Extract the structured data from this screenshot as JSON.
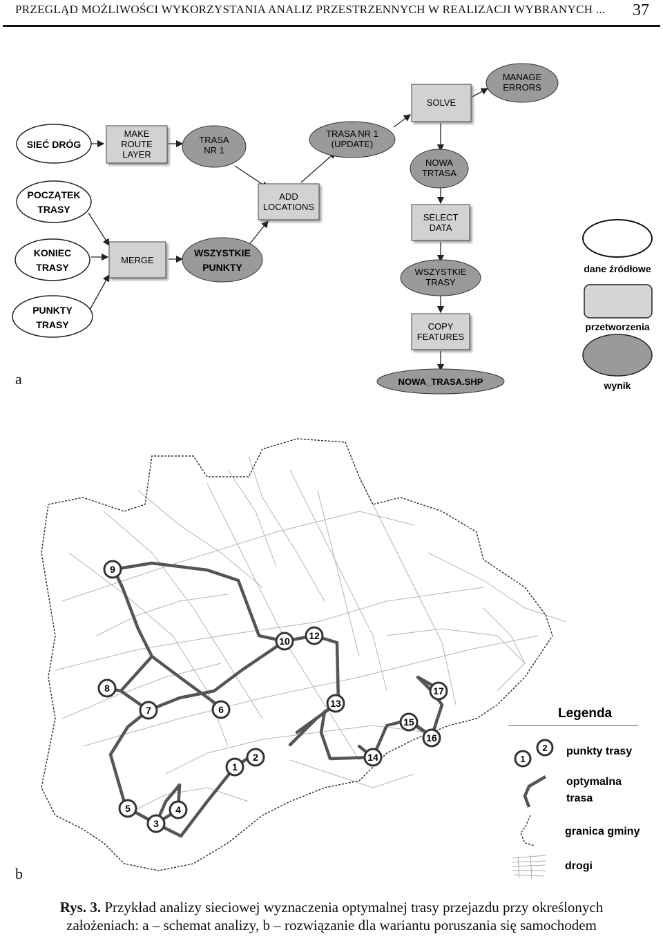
{
  "header": {
    "title": "PRZEGLĄD MOŻLIWOŚCI WYKORZYSTANIA ANALIZ PRZESTRZENNYCH W REALIZACJI WYBRANYCH ...",
    "page_number": "37"
  },
  "panel_a_label": "a",
  "panel_b_label": "b",
  "flowchart": {
    "nodes": {
      "siec_drog": [
        "SIEĆ DRÓG"
      ],
      "poczatek_trasy": [
        "POCZĄTEK",
        "TRASY"
      ],
      "koniec_trasy": [
        "KONIEC",
        "TRASY"
      ],
      "punkty_trasy": [
        "PUNKTY",
        "TRASY"
      ],
      "make_route_layer": [
        "MAKE",
        "ROUTE",
        "LAYER"
      ],
      "merge": [
        "MERGE"
      ],
      "trasa_nr1": [
        "TRASA",
        "NR 1"
      ],
      "wszystkie_punkty": [
        "WSZYSTKIE",
        "PUNKTY"
      ],
      "add_locations": [
        "ADD",
        "LOCATIONS"
      ],
      "trasa_nr1_update": [
        "TRASA NR 1",
        "(UPDATE)"
      ],
      "solve": [
        "SOLVE"
      ],
      "manage_errors": [
        "MANAGE",
        "ERRORS"
      ],
      "nowa_trasa": [
        "NOWA",
        "TRTASA"
      ],
      "select_data": [
        "SELECT",
        "DATA"
      ],
      "wszystkie_trasy": [
        "WSZYSTKIE",
        "TRASY"
      ],
      "copy_features": [
        "COPY",
        "FEATURES"
      ],
      "nowa_trasa_shp": [
        "NOWA_TRASA.SHP"
      ]
    },
    "legend": {
      "source_data": "dane źródłowe",
      "processing": "przetworzenia",
      "result": "wynik"
    },
    "colors": {
      "process_fill": "#d2d2d2",
      "result_fill": "#9a9a9a",
      "source_fill": "#ffffff"
    }
  },
  "map": {
    "legend_title": "Legenda",
    "legend_points": "punkty trasy",
    "legend_route_1": "optymalna",
    "legend_route_2": "trasa",
    "legend_boundary": "granica gminy",
    "legend_roads": "drogi",
    "legend_sample_1": "1",
    "legend_sample_2": "2",
    "route_points": [
      "1",
      "2",
      "3",
      "4",
      "5",
      "6",
      "7",
      "8",
      "9",
      "10",
      "12",
      "13",
      "14",
      "15",
      "16",
      "17"
    ],
    "colors": {
      "route": "#555555",
      "roads": "#b4b4b4",
      "boundary": "#333333"
    }
  },
  "caption": {
    "label": "Rys. 3.",
    "line1": "Przykład analizy sieciowej wyznaczenia optymalnej trasy przejazdu przy określonych",
    "line2": "założeniach: a – schemat analizy, b – rozwiązanie dla wariantu poruszania się samochodem"
  }
}
